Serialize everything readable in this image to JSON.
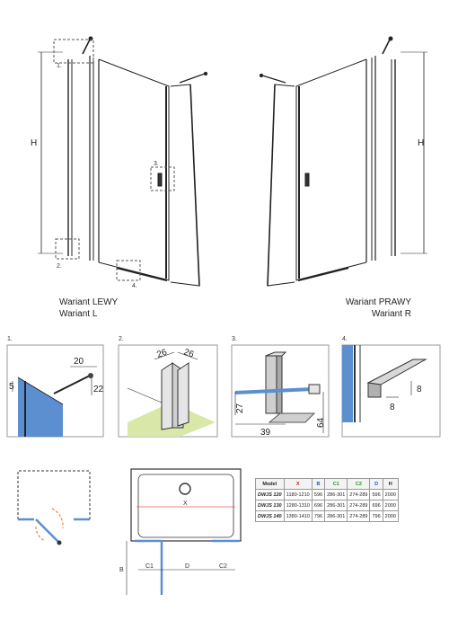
{
  "main_views": {
    "left": {
      "title": "Wariant LEWY",
      "subtitle": "Wariant L",
      "height_label": "H",
      "callouts": [
        "1.",
        "2.",
        "3.",
        "4."
      ]
    },
    "right": {
      "title": "Wariant PRAWY",
      "subtitle": "Wariant R",
      "height_label": "H"
    }
  },
  "details": [
    {
      "number": "1.",
      "dims": [
        "20",
        "5",
        "22"
      ]
    },
    {
      "number": "2.",
      "dims": [
        "26",
        "26"
      ]
    },
    {
      "number": "3.",
      "dims": [
        "27",
        "39",
        "64"
      ]
    },
    {
      "number": "4.",
      "dims": [
        "8",
        "8"
      ]
    }
  ],
  "plan": {
    "x_label": "X",
    "dims": [
      "C1",
      "D",
      "C2",
      "B"
    ]
  },
  "spec_table": {
    "headers": [
      "Model",
      "X",
      "B",
      "C1",
      "C2",
      "D",
      "H"
    ],
    "header_colors": [
      "#222222",
      "#cc2222",
      "#2255cc",
      "#229922",
      "#229922",
      "#2255cc",
      "#222222"
    ],
    "rows": [
      [
        "DWJS 120",
        "1180-1210",
        "596",
        "286-301",
        "274-289",
        "596",
        "2000"
      ],
      [
        "DWJS 130",
        "1280-1310",
        "696",
        "286-301",
        "274-289",
        "696",
        "2000"
      ],
      [
        "DWJS 140",
        "1380-1410",
        "796",
        "286-301",
        "274-289",
        "796",
        "2000"
      ]
    ]
  }
}
